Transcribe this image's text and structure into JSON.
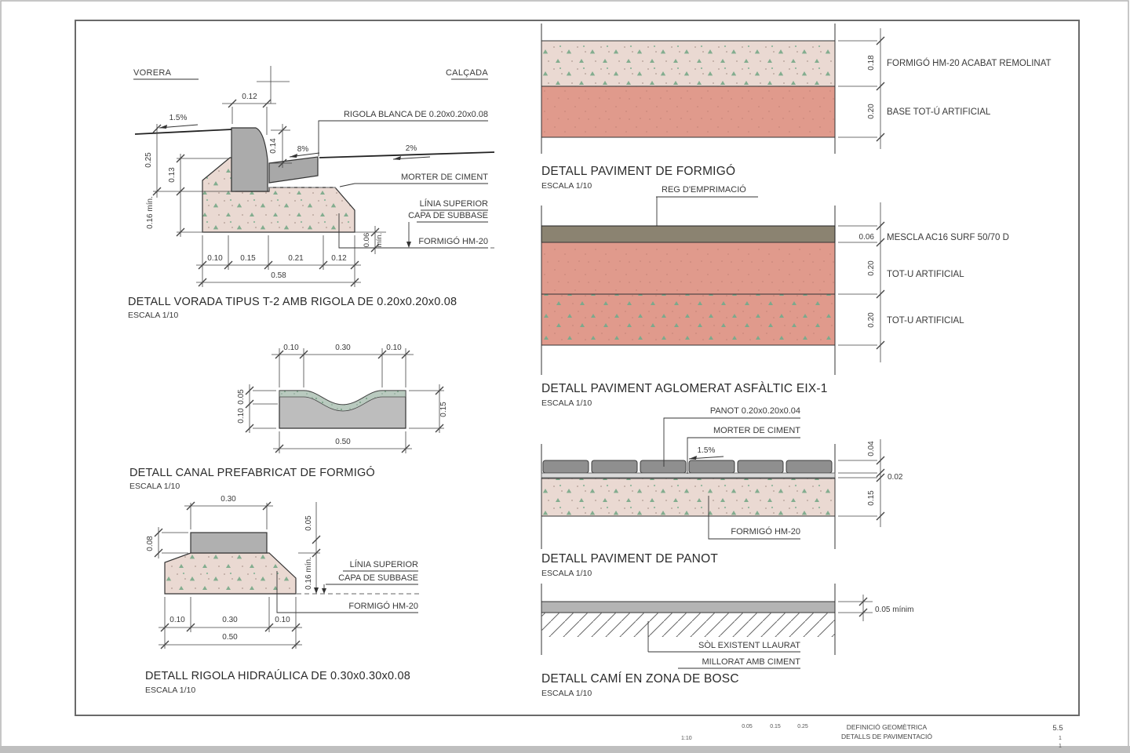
{
  "titleblock": {
    "scale_marks": [
      "0.05",
      "0.15",
      "0.25"
    ],
    "scale_ratio": "1:10",
    "doc_title_line1": "DEFINICIÓ GEOMÈTRICA",
    "doc_title_line2": "DETALLS DE PAVIMENTACIÓ",
    "sheet_number": "5.5",
    "sheet_index_top": "1",
    "sheet_index_bottom": "1"
  },
  "vorada": {
    "title": "DETALL VORADA TIPUS T-2 AMB RIGOLA DE 0.20x0.20x0.08",
    "scale": "ESCALA 1/10",
    "zone_left": "VORERA",
    "zone_right": "CALÇADA",
    "slope_vorera": "1.5%",
    "slope_rigola": "8%",
    "slope_calcada": "2%",
    "label_rigola": "RIGOLA BLANCA DE 0.20x0.20x0.08",
    "label_morter": "MORTER DE CIMENT",
    "label_subbase_1": "LÍNIA SUPERIOR",
    "label_subbase_2": "CAPA DE SUBBASE",
    "label_formigo": "FORMIGÓ HM-20",
    "dim_top": "0.12",
    "dim_exposure": "0.14",
    "dim_025": "0.25",
    "dim_013": "0.13",
    "dim_016": "0.16 mín.",
    "dim_006": "0.06",
    "dim_006_suffix": "mín.",
    "dim_b1": "0.10",
    "dim_b2": "0.15",
    "dim_b3": "0.21",
    "dim_b4": "0.12",
    "dim_total": "0.58"
  },
  "canal": {
    "title": "DETALL CANAL PREFABRICAT DE FORMIGÓ",
    "scale": "ESCALA 1/10",
    "dim_t1": "0.10",
    "dim_t2": "0.30",
    "dim_t3": "0.10",
    "dim_l1": "0.05",
    "dim_l2": "0.10",
    "dim_r": "0.15",
    "dim_total": "0.50"
  },
  "rigola": {
    "title": "DETALL RIGOLA HIDRAÚLICA DE 0.30x0.30x0.08",
    "scale": "ESCALA 1/10",
    "dim_top": "0.30",
    "dim_left": "0.08",
    "dim_right_top": "0.05",
    "dim_right": "0.16 mín.",
    "label_subbase_1": "LÍNIA SUPERIOR",
    "label_subbase_2": "CAPA DE SUBBASE",
    "label_formigo": "FORMIGÓ HM-20",
    "dim_b1": "0.10",
    "dim_b2": "0.30",
    "dim_b3": "0.10",
    "dim_total": "0.50"
  },
  "pav_formigo": {
    "title": "DETALL PAVIMENT DE FORMIGÓ",
    "scale": "ESCALA 1/10",
    "layers": [
      {
        "dim": "0.18",
        "label": "FORMIGÓ HM-20 ACABAT REMOLINAT"
      },
      {
        "dim": "0.20",
        "label": "BASE TOT-Ú ARTIFICIAL"
      }
    ]
  },
  "pav_asfaltic": {
    "title": "DETALL PAVIMENT AGLOMERAT ASFÀLTIC EIX-1",
    "scale": "ESCALA 1/10",
    "label_reg": "REG D'EMPRIMACIÓ",
    "layers": [
      {
        "dim": "0.06",
        "label": "MESCLA AC16 SURF 50/70 D"
      },
      {
        "dim": "0.20",
        "label": "TOT-U ARTIFICIAL"
      },
      {
        "dim": "0.20",
        "label": "TOT-U ARTIFICIAL"
      }
    ]
  },
  "pav_panot": {
    "title": "DETALL PAVIMENT DE PANOT",
    "scale": "ESCALA 1/10",
    "label_panot": "PANOT 0.20x0.20x0.04",
    "label_morter": "MORTER DE CIMENT",
    "slope": "1.5%",
    "label_formigo": "FORMIGÓ HM-20",
    "dim_004": "0.04",
    "dim_002": "0.02",
    "dim_015": "0.15"
  },
  "cami": {
    "title": "DETALL CAMÍ EN ZONA DE BOSC",
    "scale": "ESCALA 1/10",
    "dim": "0.05 mínim",
    "label_sol_1": "SÒL EXISTENT LLAURAT",
    "label_sol_2": "MILLORAT AMB CIMENT"
  }
}
